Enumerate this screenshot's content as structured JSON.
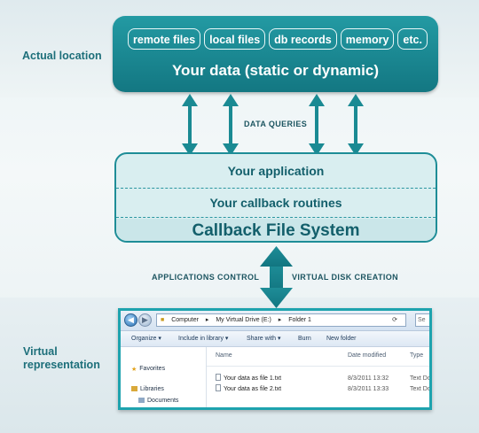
{
  "labels": {
    "actual_location": "Actual location",
    "virtual_representation_line1": "Virtual",
    "virtual_representation_line2": "representation"
  },
  "data_box": {
    "chips": [
      "remote files",
      "local files",
      "db records",
      "memory",
      "etc."
    ],
    "title": "Your data (static or dynamic)"
  },
  "connectors": {
    "data_queries": "DATA QUERIES",
    "applications_control": "APPLICATIONS CONTROL",
    "virtual_disk_creation": "VIRTUAL DISK CREATION"
  },
  "app_box": {
    "application": "Your application",
    "callbacks": "Your callback routines",
    "cbfs": "Callback File System"
  },
  "explorer": {
    "breadcrumb": [
      "Computer",
      "▸",
      "My Virtual Drive (E:)",
      "▸",
      "Folder 1"
    ],
    "search_placeholder": "Se",
    "toolbar": [
      "Organize ▾",
      "Include in library ▾",
      "Share with ▾",
      "Burn",
      "New folder"
    ],
    "sidebar": [
      "Favorites",
      "Libraries",
      "Documents"
    ],
    "columns": [
      "Name",
      "Date modified",
      "Type"
    ],
    "files": [
      {
        "name": "Your data as file 1.txt",
        "date": "8/3/2011 13:32",
        "type": "Text Doc"
      },
      {
        "name": "Your data as file 2.txt",
        "date": "8/3/2011 13:33",
        "type": "Text Doc"
      }
    ]
  },
  "colors": {
    "teal_dark": "#137782",
    "teal": "#1e8d97",
    "label_teal": "#1d6f7a"
  }
}
